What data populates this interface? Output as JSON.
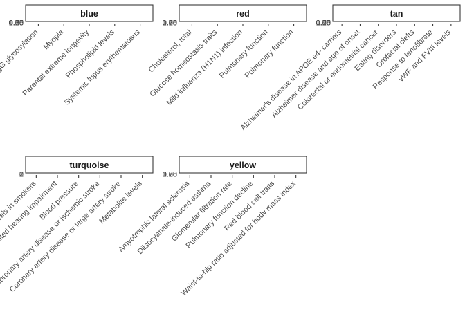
{
  "chart_data": [
    {
      "type": "bar",
      "title": "blue",
      "categories": [
        "IgG glycosylation",
        "Myopia",
        "Parental extreme longevity",
        "Phospholipid levels",
        "Systemic lupus erythematosus"
      ],
      "y_ticks_overlapping": [
        "0.00",
        "0.25",
        "0.50",
        "0.75",
        "1.00"
      ]
    },
    {
      "type": "bar",
      "title": "red",
      "categories": [
        "Cholesterol, total",
        "Glucose homeostasis traits",
        "Mild influenza (H1N1) infection",
        "Pulmonary function",
        "Pulmonary function"
      ],
      "y_ticks_overlapping": [
        "0.00",
        "0.25",
        "0.50",
        "0.75",
        "1.00"
      ]
    },
    {
      "type": "bar",
      "title": "tan",
      "categories": [
        "Alzheimer's disease in APOE e4- carriers",
        "Alzheimer disease and age of onset",
        "Colorectal or endometrial cancer",
        "Eating disorders",
        "Orofacial clefts",
        "Response to fenofibrate",
        "vWF and FVIII levels"
      ],
      "y_ticks_overlapping": [
        "0.00",
        "0.25",
        "0.50",
        "0.75",
        "1.00"
      ]
    },
    {
      "type": "bar",
      "title": "turquoise",
      "categories": [
        "Lipid levels in smokers",
        "Age-related hearing impairment",
        "Blood pressure",
        "Coronary artery disease or ischemic stroke",
        "Coronary artery disease or large artery stroke",
        "Metabolite levels"
      ],
      "y_ticks_overlapping": [
        "0",
        "1",
        "2"
      ]
    },
    {
      "type": "bar",
      "title": "yellow",
      "categories": [
        "Amyotrophic lateral sclerosis",
        "Diisocyanate-induced asthma",
        "Glomerular filtration rate",
        "Pulmonary function decline",
        "Red blood cell traits",
        "Waist-to-hip ratio adjusted for body mass index"
      ],
      "y_ticks_overlapping": [
        "0.00",
        "0.25",
        "0.50",
        "0.75",
        "1.00"
      ]
    }
  ]
}
